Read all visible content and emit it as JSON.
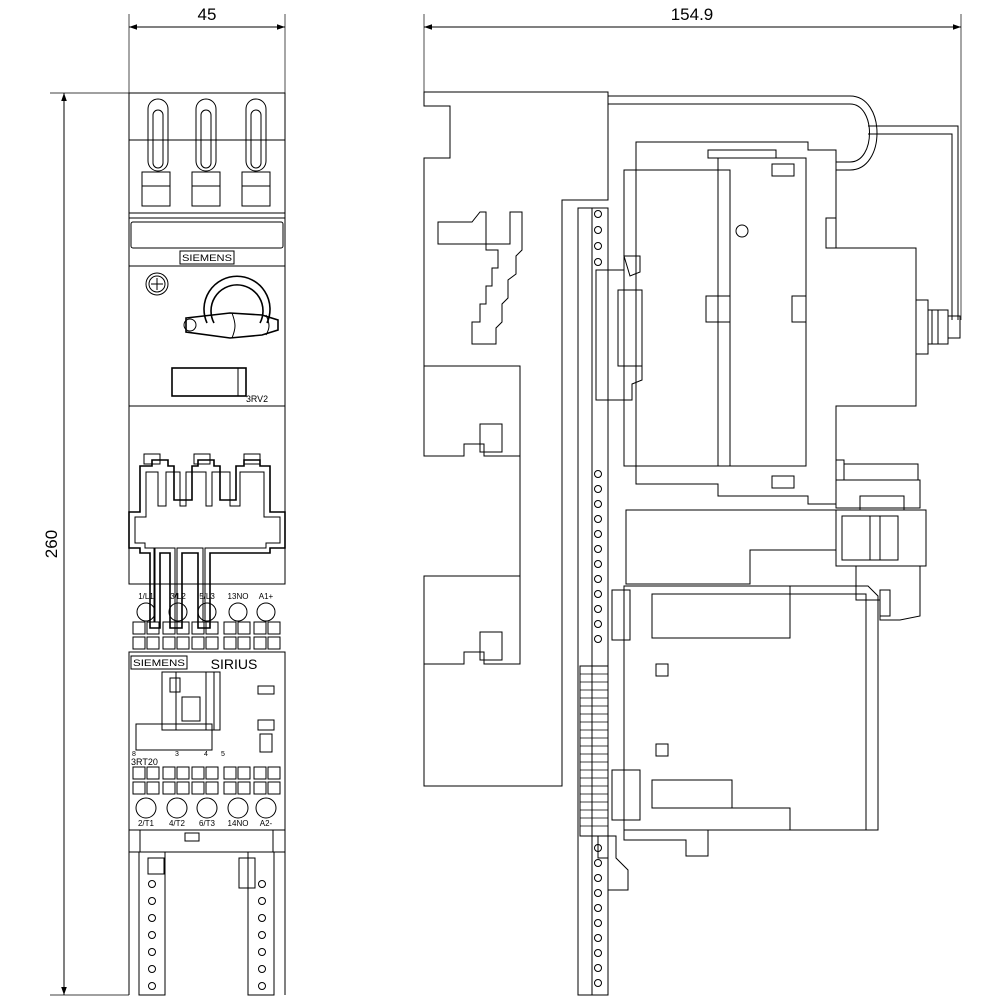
{
  "dimensions": {
    "width_front": "45",
    "depth_side": "154.9",
    "height": "260"
  },
  "labels": {
    "brand_top": "SIEMENS",
    "type_breaker": "3RV2",
    "terminals_top": [
      "1/L1",
      "3/L2",
      "5/L3",
      "13NO",
      "A1+"
    ],
    "brand_contactor": "SIEMENS",
    "series": "SIRIUS",
    "aux_numbers": [
      "8",
      "3",
      "4",
      "5"
    ],
    "type_contactor": "3RT20",
    "terminals_bottom": [
      "2/T1",
      "4/T2",
      "6/T3",
      "14NO",
      "A2-"
    ]
  }
}
